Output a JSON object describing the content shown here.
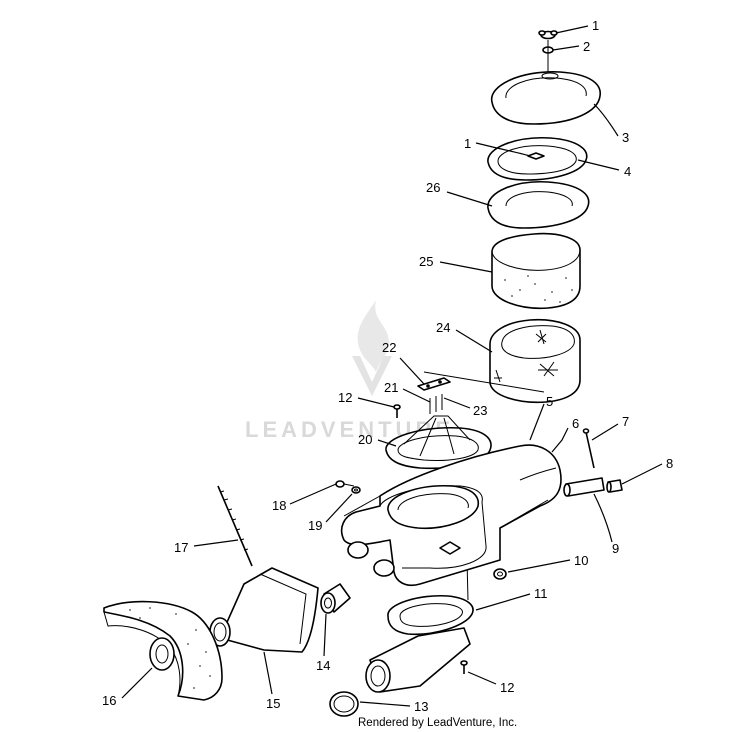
{
  "diagram": {
    "callouts": [
      "1",
      "2",
      "3",
      "1",
      "4",
      "26",
      "25",
      "24",
      "22",
      "21",
      "12",
      "23",
      "5",
      "20",
      "6",
      "7",
      "8",
      "18",
      "19",
      "9",
      "17",
      "10",
      "11",
      "14",
      "16",
      "15",
      "12",
      "13"
    ],
    "watermark": "LEADVENTURE",
    "credit": "Rendered by LeadVenture, Inc."
  }
}
